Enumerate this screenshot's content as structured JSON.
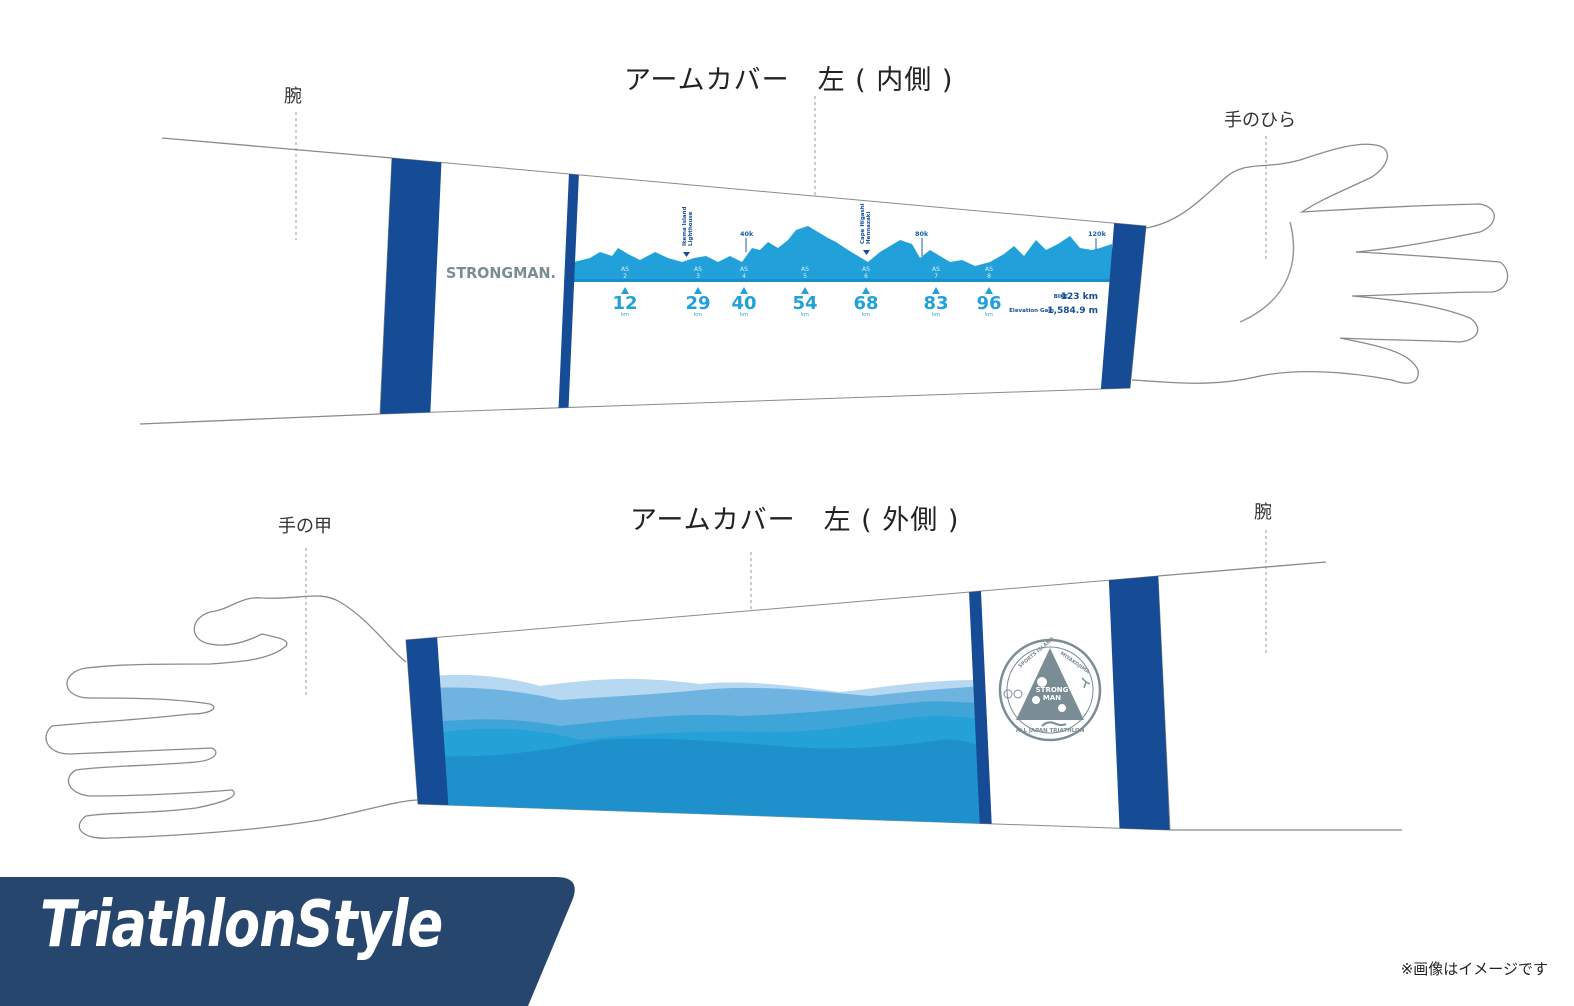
{
  "top_view": {
    "title": "アームカバー　左 ( 内側 )",
    "label_left": "腕",
    "label_right": "手のひら",
    "logo_text": "STRONGMAN.",
    "elevation_profile": {
      "distance_markers": [
        "40k",
        "80k",
        "120k"
      ],
      "landmarks": [
        {
          "name_line1": "Ikema Island",
          "name_line2": "Lighthouse"
        },
        {
          "name_line1": "Cape Higashi",
          "name_line2": "Hennazaki"
        }
      ],
      "aid_stations": [
        {
          "label": "AS",
          "num": "2",
          "km": "12"
        },
        {
          "label": "AS",
          "num": "3",
          "km": "29"
        },
        {
          "label": "AS",
          "num": "4",
          "km": "40"
        },
        {
          "label": "AS",
          "num": "5",
          "km": "54"
        },
        {
          "label": "AS",
          "num": "6",
          "km": "68"
        },
        {
          "label": "AS",
          "num": "7",
          "km": "83"
        },
        {
          "label": "AS",
          "num": "8",
          "km": "96"
        }
      ],
      "km_unit": "km",
      "bike_label": "BIKE",
      "bike_value": "123 km",
      "elevation_label": "Elevation Gain",
      "elevation_value": "1,584.9 m"
    }
  },
  "bottom_view": {
    "title": "アームカバー　左 ( 外側 )",
    "label_left": "手の甲",
    "label_right": "腕",
    "badge": {
      "top_text_left": "SPORTS ISLAND",
      "top_text_right": "MIYAKOJIMA",
      "center_text_1": "STRONG",
      "center_text_2": "MAN",
      "bottom_text": "ALL JAPAN TRIATHLON"
    }
  },
  "brand": {
    "name": "TriathlonStyle"
  },
  "disclaimer": "※画像はイメージです",
  "colors": {
    "navy": "#164B96",
    "profile_blue": "#22A0DA",
    "banner": "#27466D",
    "badge_gray": "#7B8D94",
    "outline": "#8A8A8A"
  }
}
